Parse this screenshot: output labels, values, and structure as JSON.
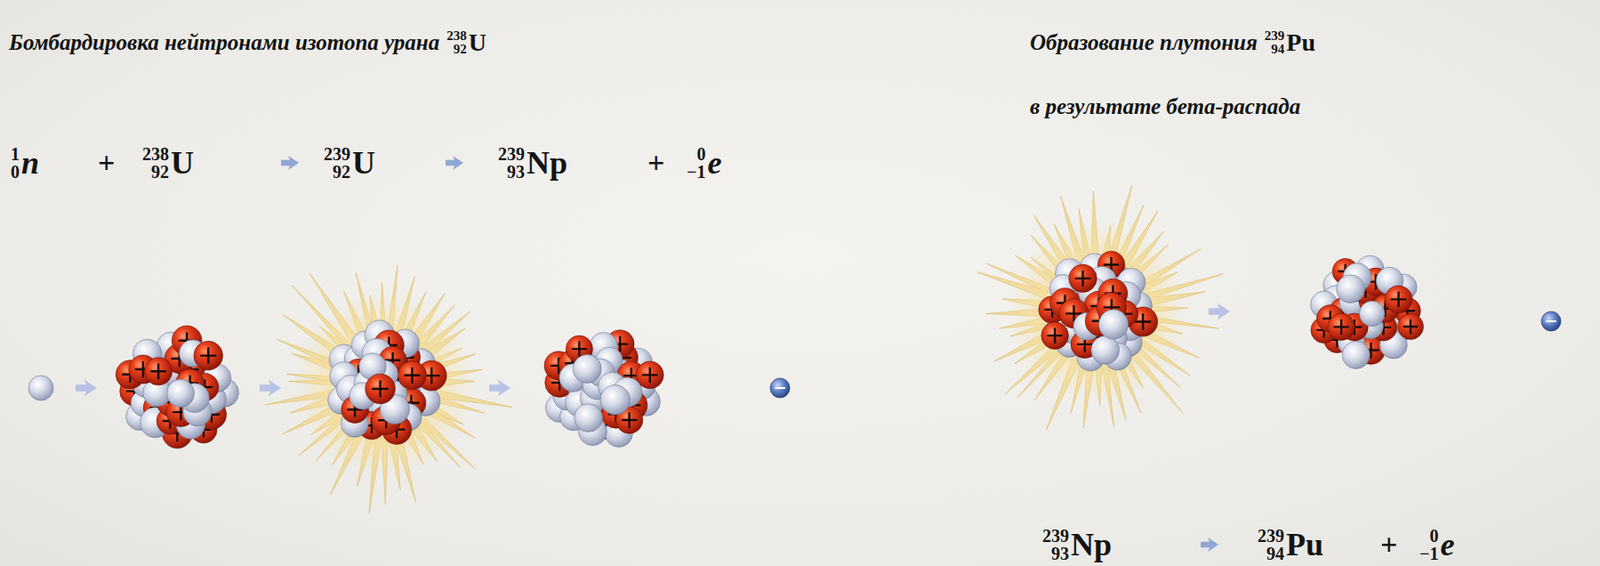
{
  "diagram": {
    "labels": [
      "Бомбардировка нейтронами изотопа урана",
      "238",
      "92",
      "U",
      "Образование плутония",
      "239",
      "94",
      "Pu",
      "в результате бета-распада",
      "1",
      "0",
      "n",
      "+",
      "238",
      "92",
      "U",
      "239",
      "92",
      "U",
      "239",
      "93",
      "Np",
      "+",
      "0",
      "−1",
      "e",
      "239",
      "93",
      "Np",
      "239",
      "94",
      "Pu",
      "+",
      "0",
      "−1",
      "e"
    ]
  }
}
